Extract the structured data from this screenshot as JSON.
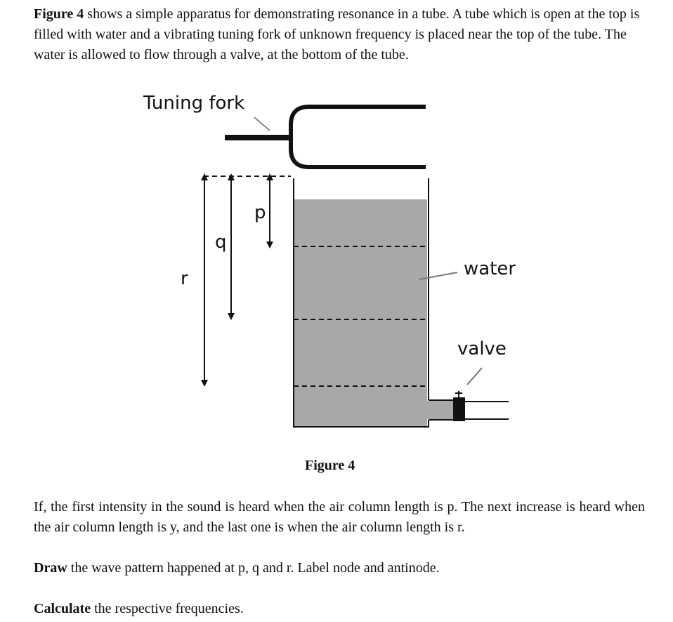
{
  "intro": {
    "figure_ref": "Figure 4",
    "text": " shows a simple apparatus for demonstrating resonance in a tube. A tube which is open at the top is filled with water and a vibrating tuning fork of unknown frequency is placed near the top of the tube. The water is allowed to flow through a valve, at the bottom of the tube."
  },
  "figure": {
    "labels": {
      "tuning_fork": "Tuning fork",
      "p": "p",
      "q": "q",
      "r": "r",
      "water": "water",
      "valve": "valve"
    },
    "caption": "Figure 4"
  },
  "question": {
    "text": "If, the first intensity in the sound is heard when the air column length is p. The next increase is heard when the air column length is y, and the last one is when the air column length is r."
  },
  "tasks": {
    "draw_keyword": "Draw",
    "draw_text": " the wave pattern happened at p, q and r. Label node and antinode.",
    "calc_keyword": "Calculate",
    "calc_text": " the respective frequencies."
  },
  "colors": {
    "water": "#a8a8a8",
    "outline": "#111111"
  }
}
